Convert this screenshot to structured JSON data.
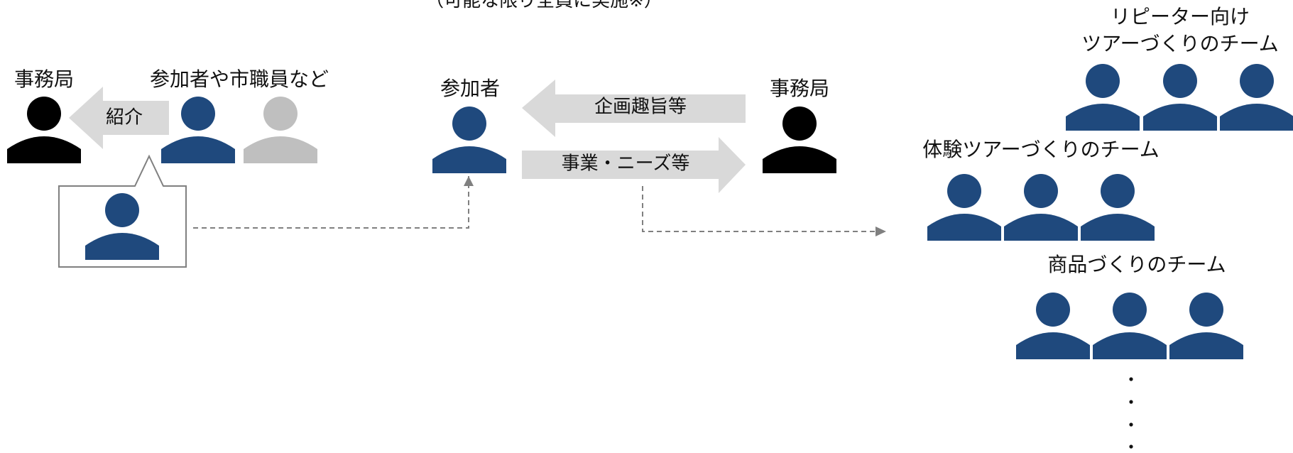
{
  "colors": {
    "participant": "#1f497d",
    "secretariat": "#000000",
    "other": "#bfbfbf",
    "arrow_fill": "#d9d9d9",
    "dashed_line": "#808080",
    "text": "#111111"
  },
  "icons": {
    "person": "person-icon"
  },
  "top_note": "（可能な限り全員に実施※）",
  "left_group": {
    "secretariat_label": "事務局",
    "referrers_label": "参加者や市職員など",
    "arrow_label": "紹介"
  },
  "center": {
    "participant_label": "参加者",
    "secretariat_label": "事務局",
    "arrow_to_participant_label": "企画趣旨等",
    "arrow_to_secretariat_label": "事業・ニーズ等"
  },
  "teams": [
    {
      "label_lines": [
        "リピーター向け",
        "ツアーづくりのチーム"
      ],
      "members": 3
    },
    {
      "label_lines": [
        "体験ツアーづくりのチーム"
      ],
      "members": 3
    },
    {
      "label_lines": [
        "商品づくりのチーム"
      ],
      "members": 3
    }
  ],
  "continuation": "・・・・"
}
